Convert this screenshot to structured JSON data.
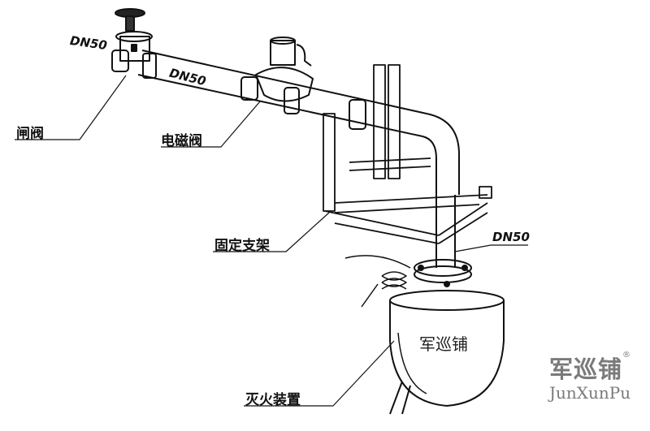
{
  "labels": {
    "gate_valve": "闸阀",
    "solenoid_valve": "电磁阀",
    "fixed_bracket": "固定支架",
    "extinguisher": "灭火装置",
    "dn_gate": "DN50",
    "dn_pipe": "DN50",
    "dn_vertical": "DN50",
    "vessel_text": "军巡铺"
  },
  "watermark": {
    "cn": "军巡铺",
    "reg": "®",
    "en": "JunXunPu"
  },
  "colors": {
    "line": "#111111",
    "watermark": "#7a7a7a"
  }
}
